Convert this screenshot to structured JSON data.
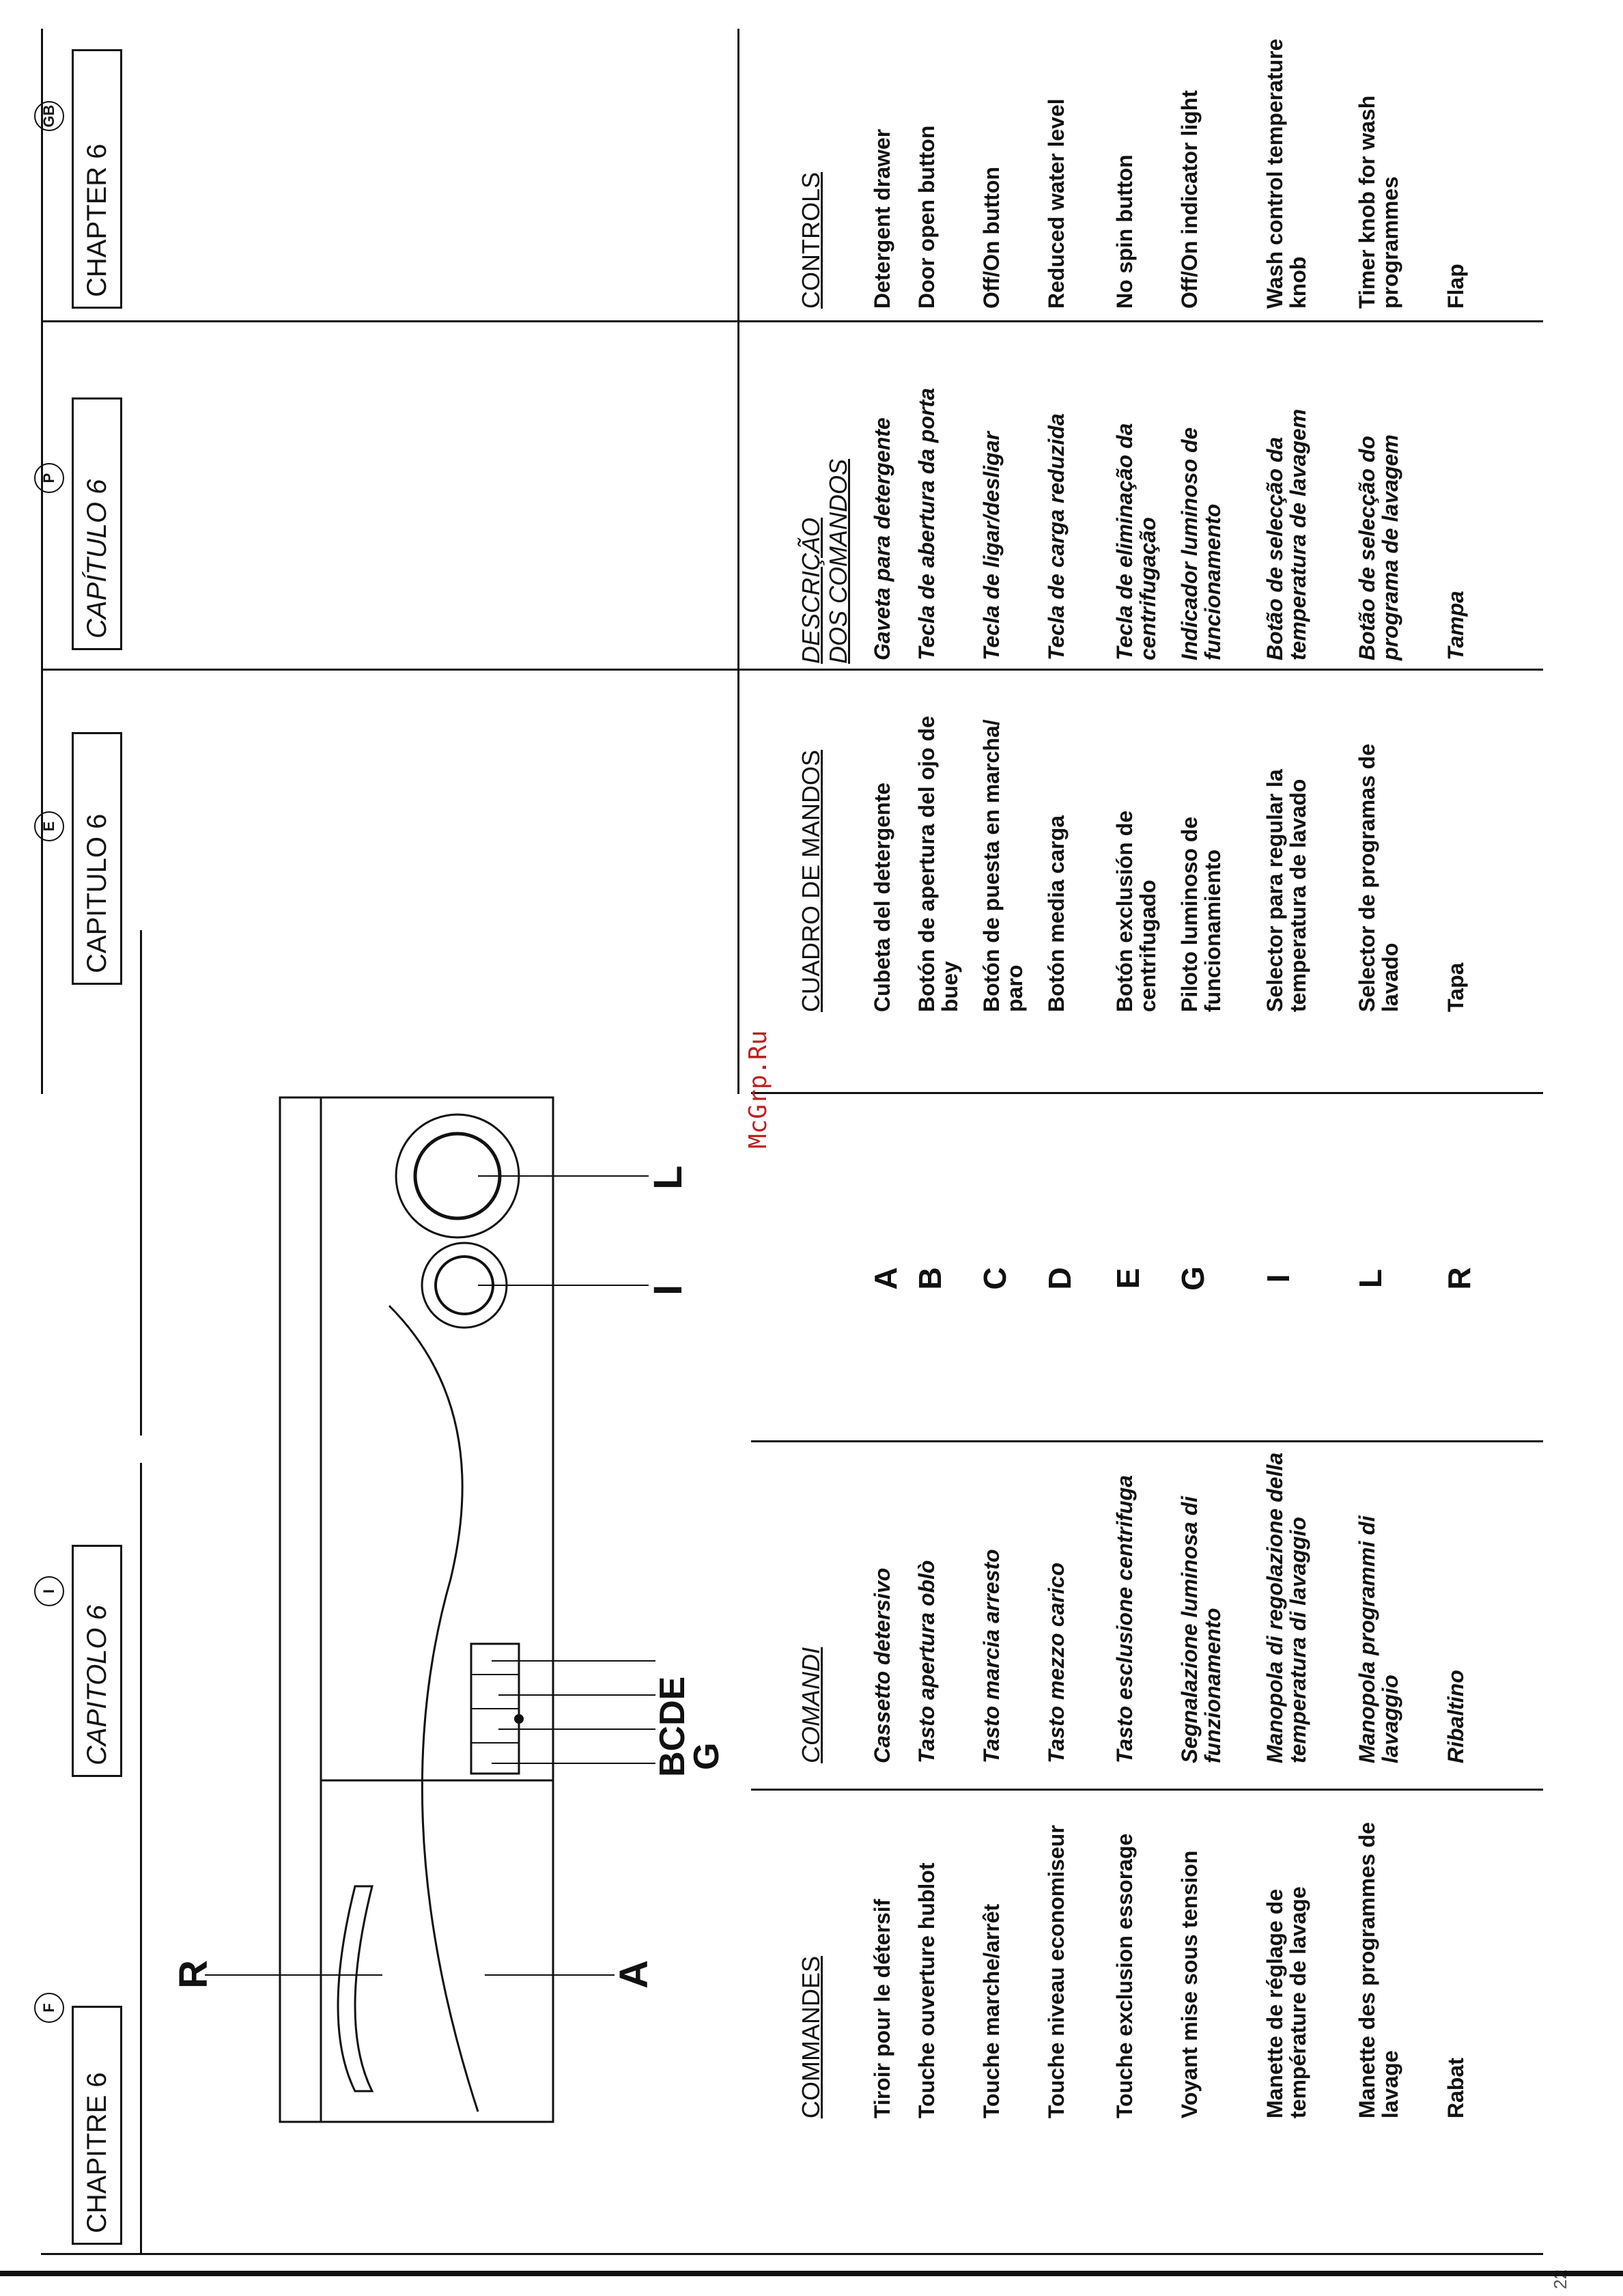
{
  "watermark": "McGrp.Ru",
  "page_number": "22",
  "sections": [
    {
      "badge": "F",
      "chapter": "CHAPITRE 6",
      "heading": "COMMANDES",
      "items": [
        "Tiroir pour le détersif",
        "Touche ouverture hublot",
        "Touche marche/arrêt",
        "Touche niveau economiseur",
        "Touche exclusion essorage",
        "Voyant mise sous tension",
        "Manette de réglage de température de lavage",
        "Manette des programmes de lavage",
        "Rabat"
      ]
    },
    {
      "badge": "I",
      "chapter": "CAPITOLO 6",
      "heading": "COMANDI",
      "items": [
        "Cassetto detersivo",
        "Tasto apertura oblò",
        "Tasto marcia arresto",
        "Tasto mezzo carico",
        "Tasto esclusione centrifuga",
        "Segnalazione luminosa di funzionamento",
        "Manopola di regolazione della temperatura di lavaggio",
        "Manopola programmi di lavaggio",
        "Ribaltino"
      ]
    },
    {
      "badge": "E",
      "chapter": "CAPITULO 6",
      "heading": "CUADRO DE MANDOS",
      "items": [
        "Cubeta del detergente",
        "Botón de apertura del ojo de buey",
        "Botón de puesta en marcha/ paro",
        "Botón media carga",
        "Botón exclusión de centrifugado",
        "Piloto luminoso de funcionamiento",
        "Selector para regular la temperatura de lavado",
        "Selector de programas de lavado",
        "Tapa"
      ]
    },
    {
      "badge": "P",
      "chapter": "CAPÍTULO 6",
      "heading": "DESCRIÇÃO\nDOS COMANDOS",
      "items": [
        "Gaveta para detergente",
        "Tecla de abertura da porta",
        "Tecla de ligar/desligar",
        "Tecla de carga reduzida",
        "Tecla de eliminação da centrifugação",
        "Indicador luminoso de funcionamento",
        "Botão de selecção da temperatura de lavagem",
        "Botão de selecção do programa de lavagem",
        "Tampa"
      ]
    },
    {
      "badge": "GB",
      "chapter": "CHAPTER 6",
      "heading": "CONTROLS",
      "items": [
        "Detergent drawer",
        "Door open button",
        "Off/On button",
        "Reduced water level",
        "No spin button",
        "Off/On indicator light",
        "Wash control temperature knob",
        "Timer knob for wash programmes",
        "Flap"
      ]
    }
  ],
  "key_letters": [
    "A",
    "B",
    "C",
    "D",
    "E",
    "G",
    "I",
    "L",
    "R"
  ],
  "diagram_labels": {
    "R": "R",
    "A": "A",
    "BCDE": "BCDE",
    "G": "G",
    "I": "I",
    "L": "L"
  }
}
